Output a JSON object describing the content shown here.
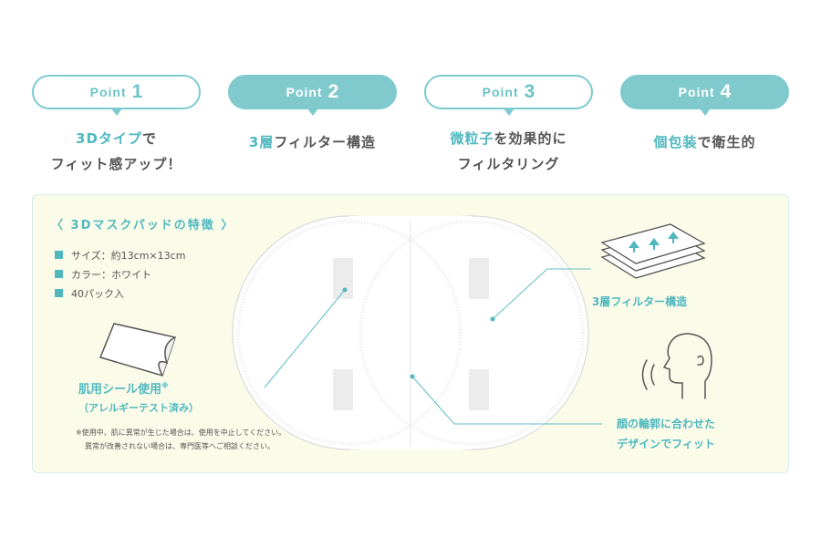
{
  "points": [
    {
      "word": "Point",
      "num": "1",
      "line1_hl": "3Dタイプ",
      "line1_rest": "で",
      "line2_hl": "",
      "line2_rest": "フィット感アップ！"
    },
    {
      "word": "Point",
      "num": "2",
      "line1_hl": "3層",
      "line1_rest": "フィルター構造",
      "line2_hl": "",
      "line2_rest": ""
    },
    {
      "word": "Point",
      "num": "3",
      "line1_hl": "微粒子",
      "line1_rest": "を効果的に",
      "line2_hl": "",
      "line2_rest": "フィルタリング"
    },
    {
      "word": "Point",
      "num": "4",
      "line1_hl": "個包装",
      "line1_rest": "で衛生的",
      "line2_hl": "",
      "line2_rest": ""
    }
  ],
  "features": {
    "title": "〈 3Dマスクパッドの特徴 〉",
    "specs": [
      "サイズ：約13cm×13cm",
      "カラー：ホワイト",
      "40パック入"
    ],
    "sheet_label": "肌用シール使用",
    "sheet_mark": "※",
    "sheet_sub": "（アレルギーテスト済み）",
    "note_line1": "※使用中、肌に異常が生じた場合は、使用を中止してください。",
    "note_line2": "異常が改善されない場合は、専門医等へご相談ください。",
    "filter_label": "3層フィルター構造",
    "fit_line1": "顔の輪郭に合わせた",
    "fit_line2": "デザインでフィット"
  },
  "colors": {
    "accent": "#4fb8bf",
    "pill": "#80cacd",
    "panel_bg": "#fbfbe9"
  },
  "icons": [
    "sticker-sheet-icon",
    "filter-layers-icon",
    "face-profile-icon"
  ]
}
